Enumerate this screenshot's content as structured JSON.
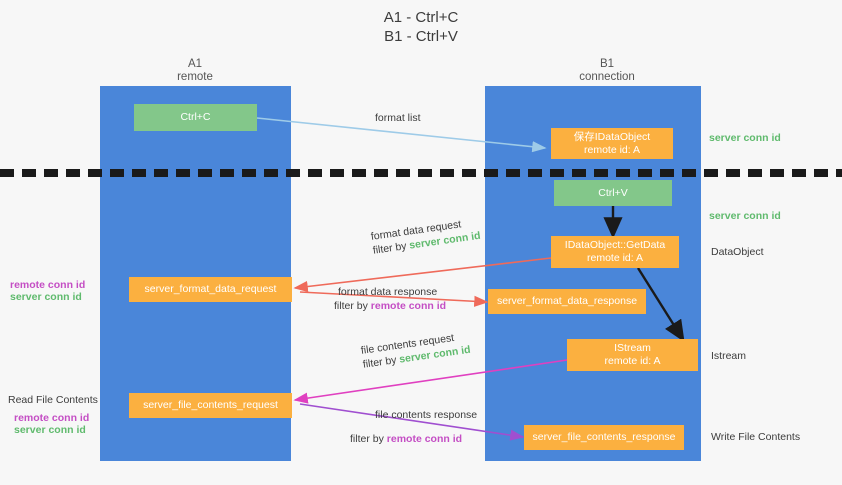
{
  "title": {
    "line1": "A1 - Ctrl+C",
    "line2": "B1 - Ctrl+V"
  },
  "lanes": [
    {
      "name": "A1",
      "sub": "remote"
    },
    {
      "name": "B1",
      "sub": "connection"
    }
  ],
  "nodes": {
    "ctrl_c": {
      "label": "Ctrl+C"
    },
    "ctrl_v": {
      "label": "Ctrl+V"
    },
    "save_idataobject": {
      "line1": "保存IDataObject",
      "line2": "remote id: A"
    },
    "getdata": {
      "line1": "IDataObject::GetData",
      "line2": "remote id: A"
    },
    "istream": {
      "line1": "IStream",
      "line2": "remote id: A"
    },
    "server_format_data_request": {
      "label": "server_format_data_request"
    },
    "server_format_data_response": {
      "label": "server_format_data_response"
    },
    "server_file_contents_request": {
      "label": "server_file_contents_request"
    },
    "server_file_contents_response": {
      "label": "server_file_contents_response"
    }
  },
  "edges": {
    "format_list": {
      "label": "format list"
    },
    "format_data_request": {
      "line1": "format data request",
      "filter_prefix": "filter by ",
      "filter_value": "server conn id"
    },
    "format_data_response": {
      "line1": "format data response",
      "filter_prefix": "filter by ",
      "filter_value": "remote conn id"
    },
    "file_contents_request": {
      "line1": "file contents request",
      "filter_prefix": "filter by ",
      "filter_value": "server conn id"
    },
    "file_contents_response": {
      "line1": "file contents response",
      "filter_prefix": "filter by ",
      "filter_value": "remote conn id"
    }
  },
  "right_labels": {
    "server_conn_id_top": "server conn id",
    "server_conn_id_mid": "server conn id",
    "dataobject": "DataObject",
    "istream": "Istream",
    "write_file_contents": "Write File Contents"
  },
  "left_labels": {
    "remote_conn_id_1": "remote conn id",
    "server_conn_id_1": "server conn id",
    "read_file_contents": "Read File Contents",
    "remote_conn_id_2": "remote conn id",
    "server_conn_id_2": "server conn id"
  },
  "colors": {
    "lane": "#4a86d9",
    "green_box": "#83c78a",
    "orange_box": "#fbb040",
    "green_text": "#5fba6d",
    "magenta_text": "#c44ec4",
    "light_blue_arrow": "#9ecbe8",
    "red_arrow": "#ef6a5a",
    "magenta_arrow": "#e040c0",
    "purple_arrow": "#a04fd0",
    "black_arrow": "#1a1a1a"
  }
}
